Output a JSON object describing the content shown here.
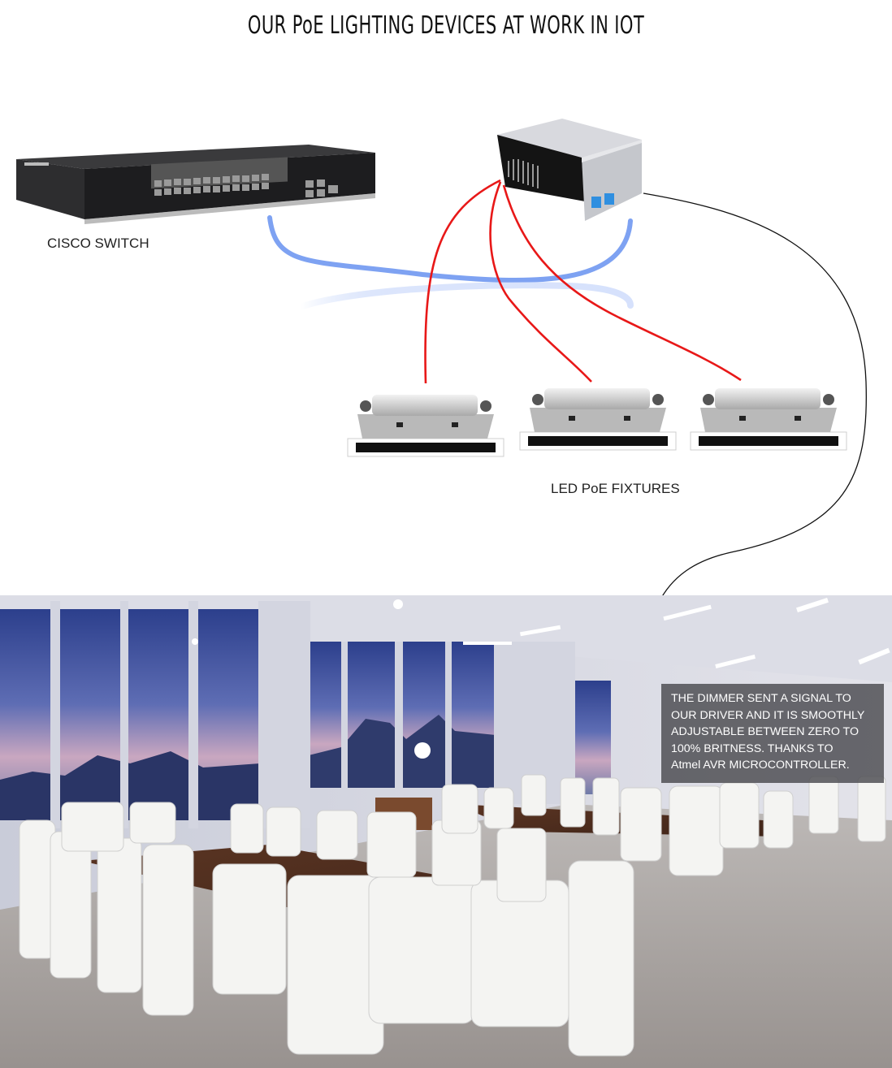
{
  "title": "OUR PoE LIGHTING DEVICES AT WORK IN IOT",
  "labels": {
    "switch": "CISCO SWITCH",
    "fixtures": "LED PoE FIXTURES"
  },
  "caption": {
    "lines": [
      "THE DIMMER SENT A SIGNAL TO",
      "OUR DRIVER AND IT IS SMOOTHLY",
      "ADJUSTABLE BETWEEN ZERO TO",
      "100% BRITNESS. THANKS TO",
      "Atmel AVR MICROCONTROLLER."
    ]
  },
  "colors": {
    "power_cable": "#e81818",
    "ethernet_cable": "#7ea2f2",
    "signal_wire": "#111111",
    "port_blue": "#2f8fe0"
  },
  "photo": {
    "description_icon": "conference-room-photo"
  }
}
